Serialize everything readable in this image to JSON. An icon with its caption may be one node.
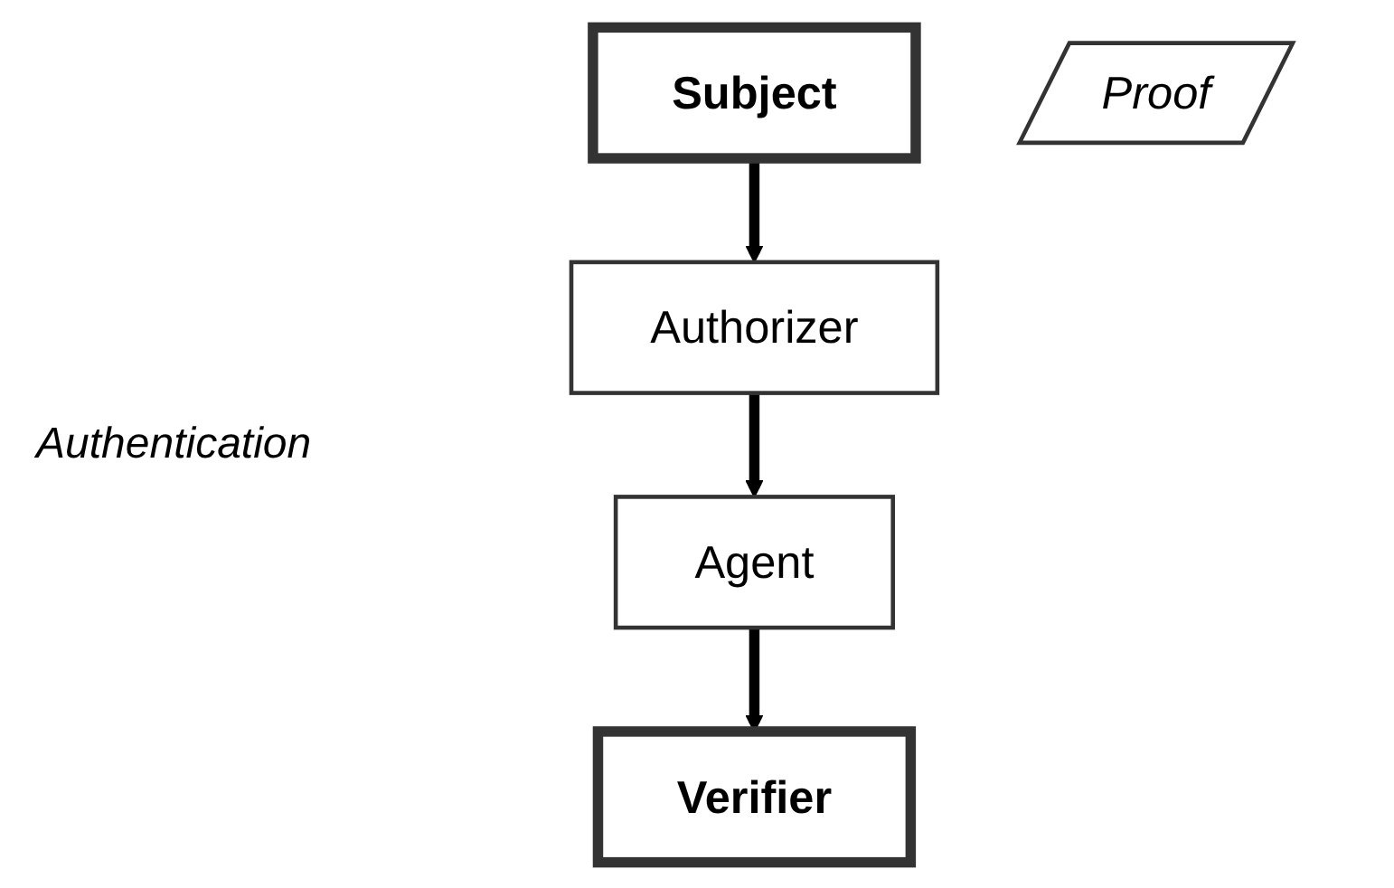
{
  "diagram": {
    "nodes": [
      {
        "text": [
          "Subject"
        ]
      },
      {
        "text": [
          "Authorizer"
        ]
      },
      {
        "text": [
          "Agent"
        ]
      },
      {
        "text": [
          "Verifier"
        ]
      },
      {
        "text": [
          "Proof"
        ]
      }
    ],
    "edges": [
      {
        "from": 0,
        "to": 1,
        "arrow": "to"
      },
      {
        "from": 1,
        "to": 2,
        "arrow": "to"
      },
      {
        "from": 2,
        "to": 3,
        "arrow": "to"
      }
    ],
    "labels": [
      "Authentication"
    ]
  }
}
